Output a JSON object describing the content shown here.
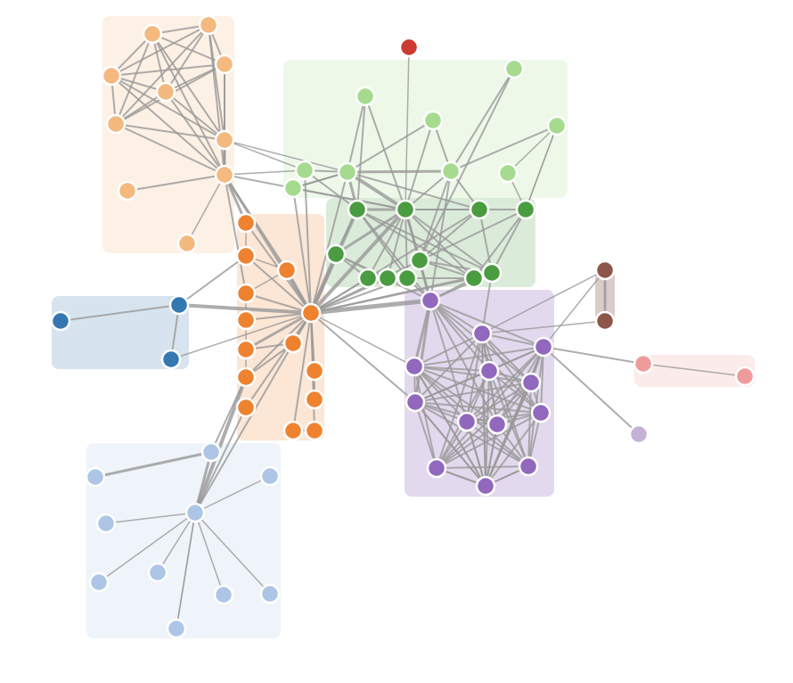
{
  "colors": {
    "peach": "#f4b97f",
    "orange": "#ef822f",
    "lightgreen": "#a6db8f",
    "green": "#4a9c40",
    "red": "#cc3a33",
    "blue": "#3578b1",
    "lightblue": "#adc6e6",
    "purple": "#9168bd",
    "lavender": "#c3b2d6",
    "brown": "#8c564b",
    "pink": "#f09b9b",
    "link": "#999999"
  },
  "graph": {
    "nodes": [
      {
        "id": "a1",
        "group": "peach"
      },
      {
        "id": "a2",
        "group": "peach"
      },
      {
        "id": "a3",
        "group": "peach"
      },
      {
        "id": "a4",
        "group": "peach"
      },
      {
        "id": "a5",
        "group": "peach"
      },
      {
        "id": "a6",
        "group": "peach"
      },
      {
        "id": "a7",
        "group": "peach"
      },
      {
        "id": "a8",
        "group": "peach"
      },
      {
        "id": "a9",
        "group": "peach"
      },
      {
        "id": "a10",
        "group": "peach"
      },
      {
        "id": "r1",
        "group": "red"
      },
      {
        "id": "g1",
        "group": "lightgreen"
      },
      {
        "id": "g2",
        "group": "lightgreen"
      },
      {
        "id": "g3",
        "group": "lightgreen"
      },
      {
        "id": "g4",
        "group": "lightgreen"
      },
      {
        "id": "g5",
        "group": "lightgreen"
      },
      {
        "id": "g6",
        "group": "lightgreen"
      },
      {
        "id": "g7",
        "group": "lightgreen"
      },
      {
        "id": "g8",
        "group": "lightgreen"
      },
      {
        "id": "g9",
        "group": "lightgreen"
      },
      {
        "id": "g10",
        "group": "lightgreen"
      },
      {
        "id": "d1",
        "group": "green"
      },
      {
        "id": "d2",
        "group": "green"
      },
      {
        "id": "d3",
        "group": "green"
      },
      {
        "id": "d4",
        "group": "green"
      },
      {
        "id": "d5",
        "group": "green"
      },
      {
        "id": "d6",
        "group": "green"
      },
      {
        "id": "d7",
        "group": "green"
      },
      {
        "id": "d8",
        "group": "green"
      },
      {
        "id": "d9",
        "group": "green"
      },
      {
        "id": "d10",
        "group": "green"
      },
      {
        "id": "d11",
        "group": "green"
      },
      {
        "id": "o1",
        "group": "orange"
      },
      {
        "id": "o2",
        "group": "orange"
      },
      {
        "id": "o3",
        "group": "orange"
      },
      {
        "id": "o4",
        "group": "orange"
      },
      {
        "id": "o5",
        "group": "orange"
      },
      {
        "id": "o6",
        "group": "orange"
      },
      {
        "id": "o7",
        "group": "orange"
      },
      {
        "id": "o8",
        "group": "orange"
      },
      {
        "id": "o9",
        "group": "orange"
      },
      {
        "id": "o10",
        "group": "orange"
      },
      {
        "id": "o11",
        "group": "orange"
      },
      {
        "id": "o12",
        "group": "orange"
      },
      {
        "id": "o13",
        "group": "orange"
      },
      {
        "id": "o14",
        "group": "orange"
      },
      {
        "id": "o15",
        "group": "orange"
      },
      {
        "id": "b1",
        "group": "blue"
      },
      {
        "id": "b2",
        "group": "blue"
      },
      {
        "id": "b3",
        "group": "blue"
      },
      {
        "id": "l1",
        "group": "lightblue"
      },
      {
        "id": "l2",
        "group": "lightblue"
      },
      {
        "id": "l3",
        "group": "lightblue"
      },
      {
        "id": "l4",
        "group": "lightblue"
      },
      {
        "id": "l5",
        "group": "lightblue"
      },
      {
        "id": "l6",
        "group": "lightblue"
      },
      {
        "id": "l7",
        "group": "lightblue"
      },
      {
        "id": "l8",
        "group": "lightblue"
      },
      {
        "id": "l9",
        "group": "lightblue"
      },
      {
        "id": "l10",
        "group": "lightblue"
      },
      {
        "id": "l11",
        "group": "lightblue"
      },
      {
        "id": "p1",
        "group": "purple"
      },
      {
        "id": "p2",
        "group": "purple"
      },
      {
        "id": "p3",
        "group": "purple"
      },
      {
        "id": "p4",
        "group": "purple"
      },
      {
        "id": "p5",
        "group": "purple"
      },
      {
        "id": "p6",
        "group": "purple"
      },
      {
        "id": "p7",
        "group": "purple"
      },
      {
        "id": "p8",
        "group": "purple"
      },
      {
        "id": "p9",
        "group": "purple"
      },
      {
        "id": "p10",
        "group": "purple"
      },
      {
        "id": "p11",
        "group": "purple"
      },
      {
        "id": "p12",
        "group": "purple"
      },
      {
        "id": "p13",
        "group": "purple"
      },
      {
        "id": "p14",
        "group": "purple"
      },
      {
        "id": "v1",
        "group": "lavender"
      },
      {
        "id": "n1",
        "group": "brown"
      },
      {
        "id": "n2",
        "group": "brown"
      },
      {
        "id": "k1",
        "group": "pink"
      },
      {
        "id": "k2",
        "group": "pink"
      }
    ],
    "links": [
      [
        "a1",
        "a2",
        2
      ],
      [
        "a1",
        "a3",
        2
      ],
      [
        "a1",
        "a4",
        2
      ],
      [
        "a1",
        "a5",
        2
      ],
      [
        "a1",
        "a6",
        2
      ],
      [
        "a1",
        "a7",
        2
      ],
      [
        "a1",
        "a8",
        2
      ],
      [
        "a2",
        "a3",
        2
      ],
      [
        "a2",
        "a4",
        2
      ],
      [
        "a2",
        "a5",
        2
      ],
      [
        "a2",
        "a6",
        2
      ],
      [
        "a2",
        "a7",
        2
      ],
      [
        "a2",
        "a8",
        2
      ],
      [
        "a3",
        "a4",
        2
      ],
      [
        "a3",
        "a5",
        2
      ],
      [
        "a3",
        "a6",
        2
      ],
      [
        "a3",
        "a7",
        2
      ],
      [
        "a3",
        "a8",
        2
      ],
      [
        "a4",
        "a5",
        2
      ],
      [
        "a4",
        "a6",
        2
      ],
      [
        "a4",
        "a7",
        2
      ],
      [
        "a4",
        "a8",
        2
      ],
      [
        "a5",
        "a6",
        2
      ],
      [
        "a5",
        "a7",
        2
      ],
      [
        "a5",
        "a8",
        2
      ],
      [
        "a6",
        "a7",
        2
      ],
      [
        "a6",
        "a8",
        2
      ],
      [
        "a7",
        "a8",
        3
      ],
      [
        "a8",
        "a9",
        2
      ],
      [
        "a8",
        "a10",
        1.5
      ],
      [
        "a8",
        "o15",
        3
      ],
      [
        "a8",
        "o4",
        2
      ],
      [
        "a8",
        "o1",
        3
      ],
      [
        "a8",
        "g2",
        1.5
      ],
      [
        "a8",
        "d2",
        2
      ],
      [
        "a8",
        "o3",
        2
      ],
      [
        "a7",
        "g2",
        1.5
      ],
      [
        "a7",
        "g3",
        1.5
      ],
      [
        "r1",
        "d2",
        1.5
      ],
      [
        "g1",
        "g3",
        2
      ],
      [
        "g1",
        "d1",
        2
      ],
      [
        "g1",
        "d2",
        2
      ],
      [
        "g4",
        "g3",
        2
      ],
      [
        "g4",
        "d2",
        2
      ],
      [
        "g4",
        "g5",
        2
      ],
      [
        "g5",
        "g6",
        2
      ],
      [
        "g5",
        "g7",
        2
      ],
      [
        "g5",
        "d2",
        2
      ],
      [
        "g5",
        "d4",
        2
      ],
      [
        "g5",
        "d3",
        2
      ],
      [
        "g5",
        "p1",
        2
      ],
      [
        "g6",
        "d4",
        2
      ],
      [
        "g7",
        "g8",
        1.5
      ],
      [
        "g7",
        "d5",
        1.5
      ],
      [
        "g8",
        "g9",
        1.5
      ],
      [
        "g9",
        "g7",
        1.5
      ],
      [
        "g3",
        "g10",
        2
      ],
      [
        "g3",
        "g5",
        3
      ],
      [
        "g3",
        "d1",
        3
      ],
      [
        "g3",
        "d2",
        4
      ],
      [
        "g3",
        "d3",
        2
      ],
      [
        "g3",
        "o15",
        2
      ],
      [
        "g2",
        "o15",
        2
      ],
      [
        "g2",
        "g3",
        2
      ],
      [
        "g2",
        "d1",
        2
      ],
      [
        "g10",
        "o15",
        2
      ],
      [
        "g10",
        "g3",
        2
      ],
      [
        "g10",
        "d2",
        2
      ],
      [
        "d1",
        "d2",
        3
      ],
      [
        "d1",
        "d6",
        2
      ],
      [
        "d1",
        "d9",
        2
      ],
      [
        "d1",
        "d10",
        2
      ],
      [
        "d1",
        "o15",
        4
      ],
      [
        "d1",
        "p1",
        2
      ],
      [
        "d1",
        "d11",
        2
      ],
      [
        "d2",
        "d3",
        2
      ],
      [
        "d2",
        "d4",
        2
      ],
      [
        "d2",
        "d5",
        2
      ],
      [
        "d2",
        "d6",
        3
      ],
      [
        "d2",
        "d7",
        2
      ],
      [
        "d2",
        "d8",
        2
      ],
      [
        "d2",
        "d9",
        2
      ],
      [
        "d2",
        "d10",
        2
      ],
      [
        "d2",
        "d11",
        2
      ],
      [
        "d2",
        "o15",
        4
      ],
      [
        "d2",
        "p1",
        3
      ],
      [
        "d3",
        "d4",
        2
      ],
      [
        "d3",
        "d11",
        2
      ],
      [
        "d4",
        "d11",
        2
      ],
      [
        "d4",
        "d10",
        2
      ],
      [
        "d5",
        "d10",
        2
      ],
      [
        "d5",
        "d11",
        2
      ],
      [
        "d6",
        "d7",
        2
      ],
      [
        "d6",
        "o15",
        4
      ],
      [
        "d6",
        "p1",
        2
      ],
      [
        "d6",
        "d8",
        2
      ],
      [
        "d7",
        "d8",
        2
      ],
      [
        "d8",
        "d9",
        2
      ],
      [
        "d9",
        "d10",
        2
      ],
      [
        "d10",
        "d11",
        2
      ],
      [
        "d10",
        "p1",
        2
      ],
      [
        "d11",
        "p1",
        2
      ],
      [
        "d11",
        "p2",
        2
      ],
      [
        "d9",
        "o15",
        2
      ],
      [
        "d10",
        "o15",
        2
      ],
      [
        "d11",
        "o15",
        2
      ],
      [
        "d7",
        "o15",
        2
      ],
      [
        "d3",
        "o15",
        2
      ],
      [
        "d5",
        "o15",
        2
      ],
      [
        "d8",
        "o15",
        2
      ],
      [
        "o1",
        "o2",
        1.5
      ],
      [
        "o1",
        "o15",
        2
      ],
      [
        "o2",
        "o3",
        1.5
      ],
      [
        "o2",
        "o15",
        2
      ],
      [
        "o3",
        "o4",
        1.5
      ],
      [
        "o4",
        "o5",
        1.5
      ],
      [
        "o5",
        "o6",
        1.5
      ],
      [
        "o6",
        "o7",
        1.5
      ],
      [
        "o15",
        "o3",
        3
      ],
      [
        "o15",
        "o4",
        2
      ],
      [
        "o15",
        "o5",
        2
      ],
      [
        "o15",
        "o6",
        3
      ],
      [
        "o15",
        "o7",
        2
      ],
      [
        "o15",
        "o8",
        2
      ],
      [
        "o15",
        "o9",
        2
      ],
      [
        "o15",
        "o10",
        2
      ],
      [
        "o15",
        "o11",
        2
      ],
      [
        "o15",
        "o12",
        2
      ],
      [
        "o15",
        "o13",
        2
      ],
      [
        "o15",
        "o14",
        2
      ],
      [
        "o8",
        "o9",
        1.5
      ],
      [
        "o10",
        "o11",
        1.5
      ],
      [
        "o14",
        "o7",
        2
      ],
      [
        "o14",
        "o6",
        2
      ],
      [
        "o14",
        "o15",
        2
      ],
      [
        "o15",
        "b1",
        4
      ],
      [
        "o15",
        "p1",
        5
      ],
      [
        "o15",
        "p3",
        1.5
      ],
      [
        "o15",
        "p7",
        2
      ],
      [
        "o15",
        "b3",
        1.5
      ],
      [
        "b1",
        "b2",
        2
      ],
      [
        "b1",
        "b3",
        2
      ],
      [
        "b1",
        "o2",
        2
      ],
      [
        "o7",
        "l1",
        2
      ],
      [
        "o7",
        "l3",
        4
      ],
      [
        "o12",
        "l3",
        2
      ],
      [
        "o13",
        "l3",
        2
      ],
      [
        "l1",
        "l2",
        3
      ],
      [
        "l1",
        "l3",
        3
      ],
      [
        "l3",
        "l4",
        1.5
      ],
      [
        "l3",
        "l5",
        1.5
      ],
      [
        "l3",
        "l6",
        1.5
      ],
      [
        "l3",
        "l7",
        1.5
      ],
      [
        "l3",
        "l8",
        1.5
      ],
      [
        "l3",
        "l9",
        1.5
      ],
      [
        "l3",
        "l10",
        1.5
      ],
      [
        "l3",
        "l11",
        1.5
      ],
      [
        "p1",
        "p2",
        2
      ],
      [
        "p1",
        "p3",
        3
      ],
      [
        "p1",
        "p4",
        2
      ],
      [
        "p1",
        "p5",
        2
      ],
      [
        "p1",
        "p6",
        2
      ],
      [
        "p1",
        "p7",
        3
      ],
      [
        "p1",
        "p8",
        2
      ],
      [
        "p1",
        "p9",
        2
      ],
      [
        "p1",
        "p10",
        2
      ],
      [
        "p2",
        "p3",
        2
      ],
      [
        "p2",
        "p4",
        2
      ],
      [
        "p2",
        "p5",
        2
      ],
      [
        "p2",
        "p6",
        2
      ],
      [
        "p2",
        "p7",
        2
      ],
      [
        "p2",
        "p8",
        2
      ],
      [
        "p2",
        "p9",
        2
      ],
      [
        "p2",
        "p10",
        2
      ],
      [
        "p2",
        "p11",
        2
      ],
      [
        "p2",
        "p12",
        2
      ],
      [
        "p2",
        "p13",
        2
      ],
      [
        "p2",
        "p14",
        2
      ],
      [
        "p3",
        "p4",
        2
      ],
      [
        "p3",
        "p5",
        2
      ],
      [
        "p3",
        "p6",
        2
      ],
      [
        "p3",
        "p7",
        2
      ],
      [
        "p3",
        "p8",
        2
      ],
      [
        "p3",
        "p9",
        2
      ],
      [
        "p3",
        "p10",
        2
      ],
      [
        "p3",
        "p11",
        2
      ],
      [
        "p3",
        "p12",
        2
      ],
      [
        "p3",
        "p13",
        2
      ],
      [
        "p3",
        "p14",
        2
      ],
      [
        "p4",
        "p5",
        2
      ],
      [
        "p4",
        "p6",
        2
      ],
      [
        "p4",
        "p7",
        2
      ],
      [
        "p4",
        "p8",
        2
      ],
      [
        "p4",
        "p9",
        2
      ],
      [
        "p4",
        "p10",
        2
      ],
      [
        "p4",
        "p11",
        2
      ],
      [
        "p4",
        "p12",
        2
      ],
      [
        "p4",
        "p13",
        2
      ],
      [
        "p4",
        "p14",
        2
      ],
      [
        "p5",
        "p6",
        2
      ],
      [
        "p5",
        "p7",
        2
      ],
      [
        "p5",
        "p8",
        2
      ],
      [
        "p5",
        "p9",
        2
      ],
      [
        "p5",
        "p10",
        2
      ],
      [
        "p5",
        "p11",
        2
      ],
      [
        "p5",
        "p12",
        2
      ],
      [
        "p5",
        "p13",
        2
      ],
      [
        "p6",
        "p7",
        2
      ],
      [
        "p6",
        "p8",
        2
      ],
      [
        "p6",
        "p9",
        2
      ],
      [
        "p6",
        "p10",
        2
      ],
      [
        "p6",
        "p11",
        2
      ],
      [
        "p6",
        "p12",
        2
      ],
      [
        "p6",
        "p13",
        2
      ],
      [
        "p6",
        "p14",
        2
      ],
      [
        "p7",
        "p8",
        2
      ],
      [
        "p7",
        "p9",
        2
      ],
      [
        "p7",
        "p10",
        2
      ],
      [
        "p7",
        "p11",
        2
      ],
      [
        "p7",
        "p12",
        2
      ],
      [
        "p7",
        "p13",
        2
      ],
      [
        "p7",
        "p14",
        2
      ],
      [
        "p8",
        "p9",
        2
      ],
      [
        "p8",
        "p10",
        2
      ],
      [
        "p8",
        "p11",
        2
      ],
      [
        "p8",
        "p12",
        2
      ],
      [
        "p8",
        "p13",
        2
      ],
      [
        "p8",
        "p14",
        2
      ],
      [
        "p9",
        "p10",
        2
      ],
      [
        "p9",
        "p11",
        2
      ],
      [
        "p9",
        "p12",
        2
      ],
      [
        "p9",
        "p13",
        2
      ],
      [
        "p9",
        "p14",
        2
      ],
      [
        "p10",
        "p11",
        2
      ],
      [
        "p10",
        "p12",
        2
      ],
      [
        "p10",
        "p13",
        2
      ],
      [
        "p11",
        "p12",
        2
      ],
      [
        "p11",
        "p13",
        2
      ],
      [
        "p11",
        "p14",
        2
      ],
      [
        "p12",
        "p13",
        2
      ],
      [
        "p12",
        "p14",
        2
      ],
      [
        "p13",
        "p14",
        2
      ],
      [
        "p2",
        "n1",
        1.5
      ],
      [
        "p2",
        "n2",
        1.5
      ],
      [
        "p4",
        "n1",
        1.5
      ],
      [
        "p4",
        "v1",
        2
      ],
      [
        "p4",
        "k1",
        2
      ],
      [
        "n1",
        "n2",
        3
      ],
      [
        "k1",
        "k2",
        1.5
      ],
      [
        "d4",
        "p1",
        2
      ],
      [
        "d9",
        "p1",
        2
      ]
    ]
  }
}
